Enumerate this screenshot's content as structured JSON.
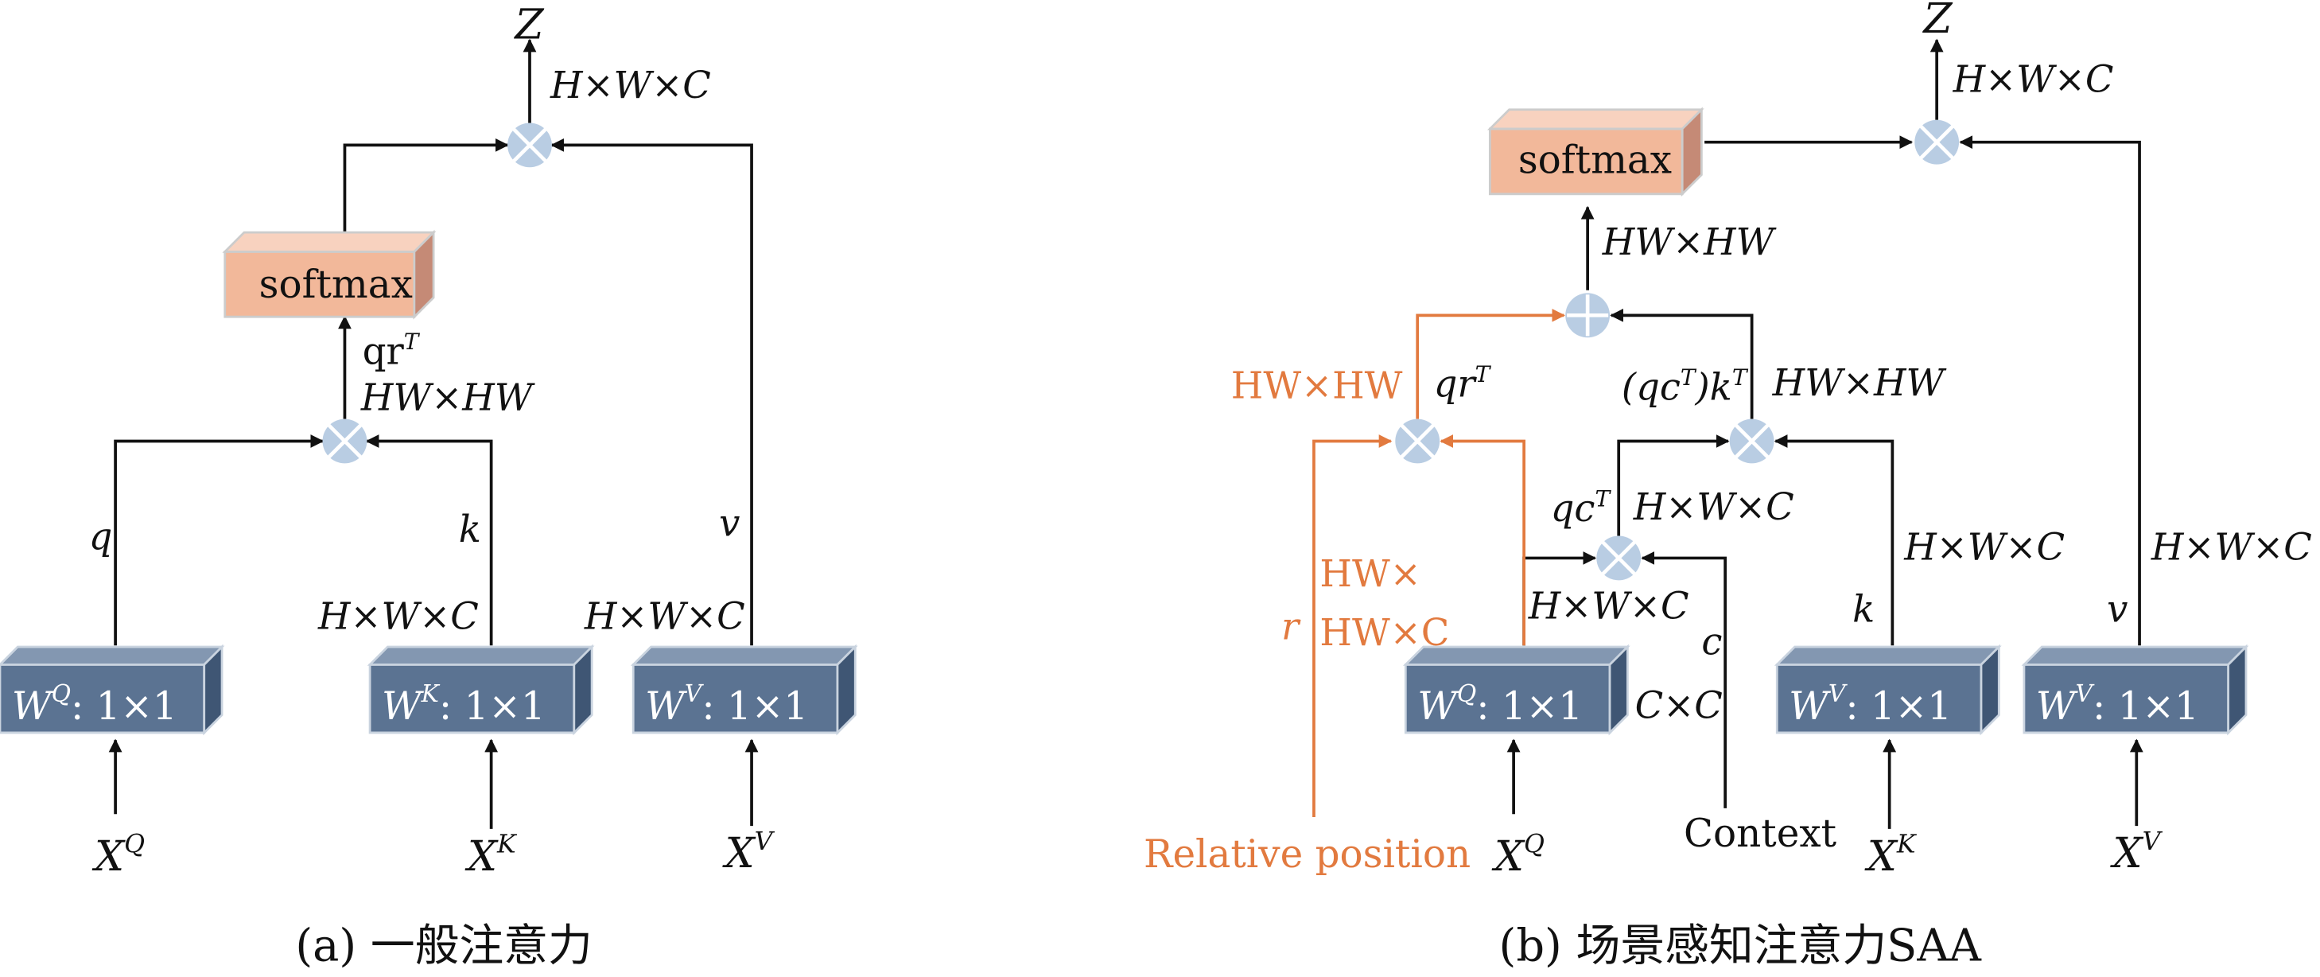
{
  "colors": {
    "orange": "#e27a3f",
    "box_blue": "#5b7392",
    "softmax_fill": "#f2b89a",
    "node_fill": "#b9cde3"
  },
  "panel_a": {
    "caption": "(a) 一般注意力",
    "z": "Z",
    "z_dim": "H×W×C",
    "softmax": "softmax",
    "qr_label": "qr",
    "qr_sup": "T",
    "hwhw": "HW×HW",
    "q": "q",
    "k": "k",
    "v": "v",
    "k_dim": "H×W×C",
    "v_dim": "H×W×C",
    "wq": "W",
    "wq_sup": "Q",
    "wq_rest": ": 1×1",
    "wk": "W",
    "wk_sup": "K",
    "wk_rest": ": 1×1",
    "wv": "W",
    "wv_sup": "V",
    "wv_rest": ": 1×1",
    "xq": "X",
    "xq_sup": "Q",
    "xk": "X",
    "xk_sup": "K",
    "xv": "X",
    "xv_sup": "V"
  },
  "panel_b": {
    "caption": "(b) 场景感知注意力SAA",
    "z": "Z",
    "z_dim": "H×W×C",
    "softmax": "softmax",
    "hwhw_top": "HW×HW",
    "hwhw_orange": "HW×HW",
    "qr_label": "qr",
    "qr_sup": "T",
    "qck_a": "(qc",
    "qck_sup1": "T",
    "qck_b": ")k",
    "qck_sup2": "T",
    "hwhw_right": "HW×HW",
    "qc_label": "qc",
    "qc_sup": "T",
    "qc_dim": "H×W×C",
    "hwc_orange_1": "HW×",
    "hwc_orange_2": "HW×C",
    "r": "r",
    "q_dim": "H×W×C",
    "c": "c",
    "cc": "C×C",
    "k_dim": "H×W×C",
    "k": "k",
    "v_dim": "H×W×C",
    "v": "v",
    "wq": "W",
    "wq_sup": "Q",
    "wq_rest": ": 1×1",
    "wk": "W",
    "wk_sup": "V",
    "wk_rest": ": 1×1",
    "wv": "W",
    "wv_sup": "V",
    "wv_rest": ": 1×1",
    "relpos": "Relative position",
    "xq": "X",
    "xq_sup": "Q",
    "context": "Context",
    "xk": "X",
    "xk_sup": "K",
    "xv": "X",
    "xv_sup": "V"
  }
}
